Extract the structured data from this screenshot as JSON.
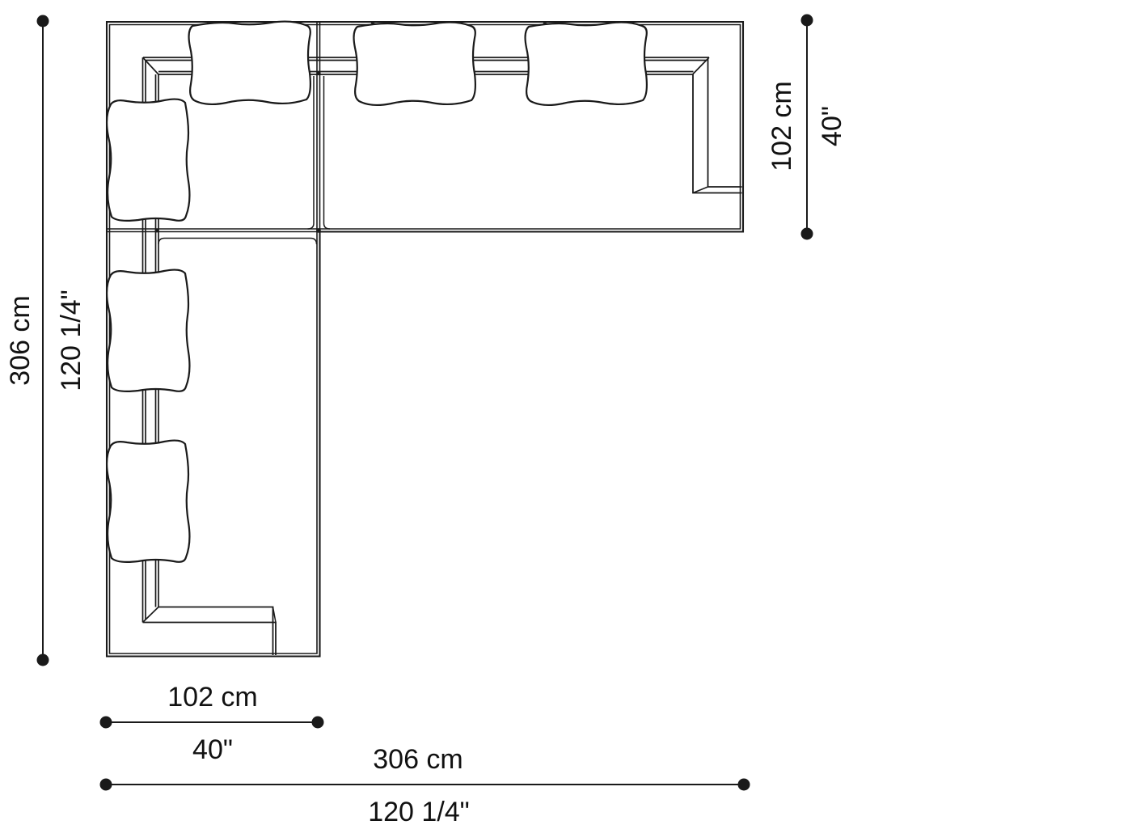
{
  "meta": {
    "background": "#ffffff",
    "line_color": "#1a1a1a",
    "drawing_kind": "corner sectional sofa plan view with dimensions"
  },
  "sofa": {
    "sections": 3,
    "back_pillow_count": 6
  },
  "dimensions": {
    "left": {
      "cm": "306 cm",
      "inches": "120 1/4\""
    },
    "right": {
      "cm": "102 cm",
      "inches": "40\""
    },
    "bottom_small": {
      "cm": "102 cm",
      "inches": "40\""
    },
    "bottom_total": {
      "cm": "306 cm",
      "inches": "120 1/4\""
    }
  }
}
